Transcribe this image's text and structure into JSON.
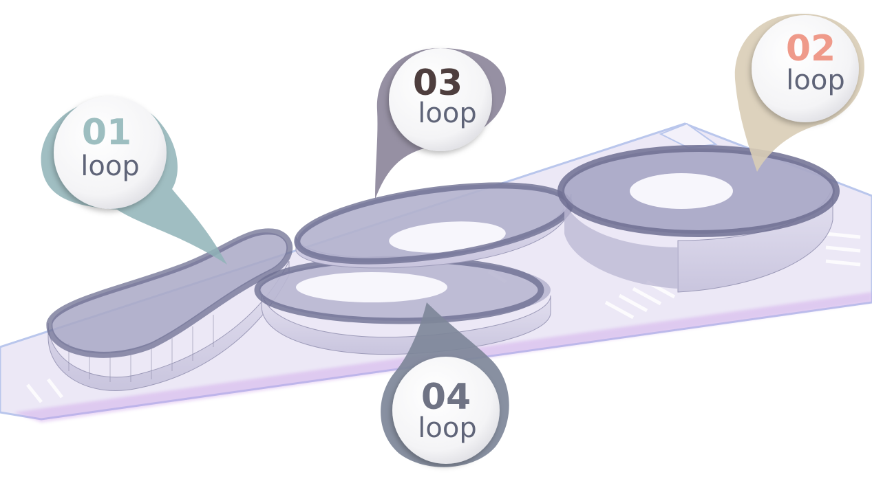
{
  "callouts": [
    {
      "id": "01",
      "number": "01",
      "label": "loop",
      "bubble_color": "#8fb3b7",
      "number_color": "#9dbec0",
      "label_color": "#5f6478"
    },
    {
      "id": "02",
      "number": "02",
      "label": "loop",
      "bubble_color": "#d9cdb6",
      "number_color": "#ef9a8a",
      "label_color": "#5f6478"
    },
    {
      "id": "03",
      "number": "03",
      "label": "loop",
      "bubble_color": "#8b8499",
      "number_color": "#4e3e3e",
      "label_color": "#5f6478"
    },
    {
      "id": "04",
      "number": "04",
      "label": "loop",
      "bubble_color": "#7e8799",
      "number_color": "#6f7384",
      "label_color": "#5f6478"
    }
  ],
  "colors": {
    "site_fill": "#ece8f6",
    "site_edge": "#b9c6ec",
    "building_fill": "#dcd8ea",
    "building_roof": "#a9a8c6",
    "loop_ring": "#6e6f92",
    "courtyard": "#f7f6fc",
    "glow": "#c793e6"
  }
}
